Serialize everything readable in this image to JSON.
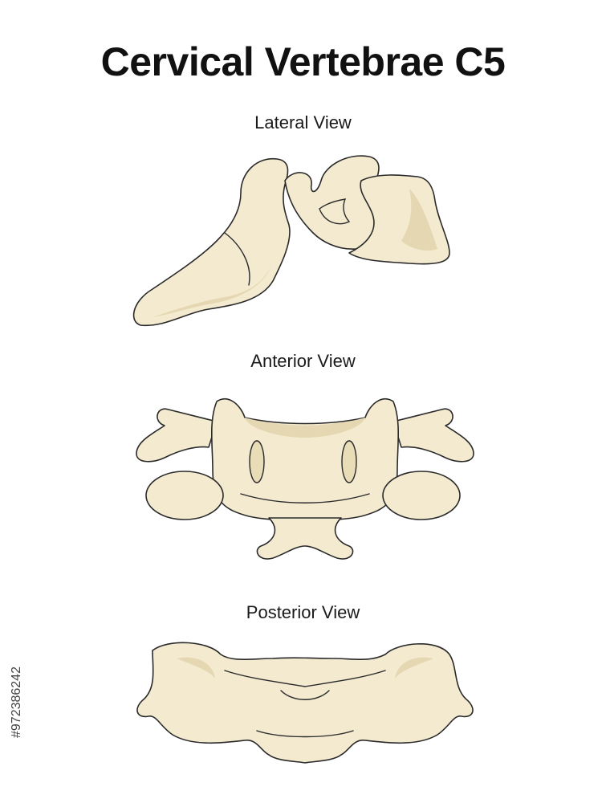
{
  "title": "Cervical Vertebrae C5",
  "views": {
    "lateral": "Lateral View",
    "anterior": "Anterior View",
    "posterior": "Posterior View"
  },
  "stock_id": "#972386242",
  "colors": {
    "bone_fill": "#f3ead0",
    "bone_shade": "#e4d7b1",
    "outline": "#2a2a2a"
  }
}
